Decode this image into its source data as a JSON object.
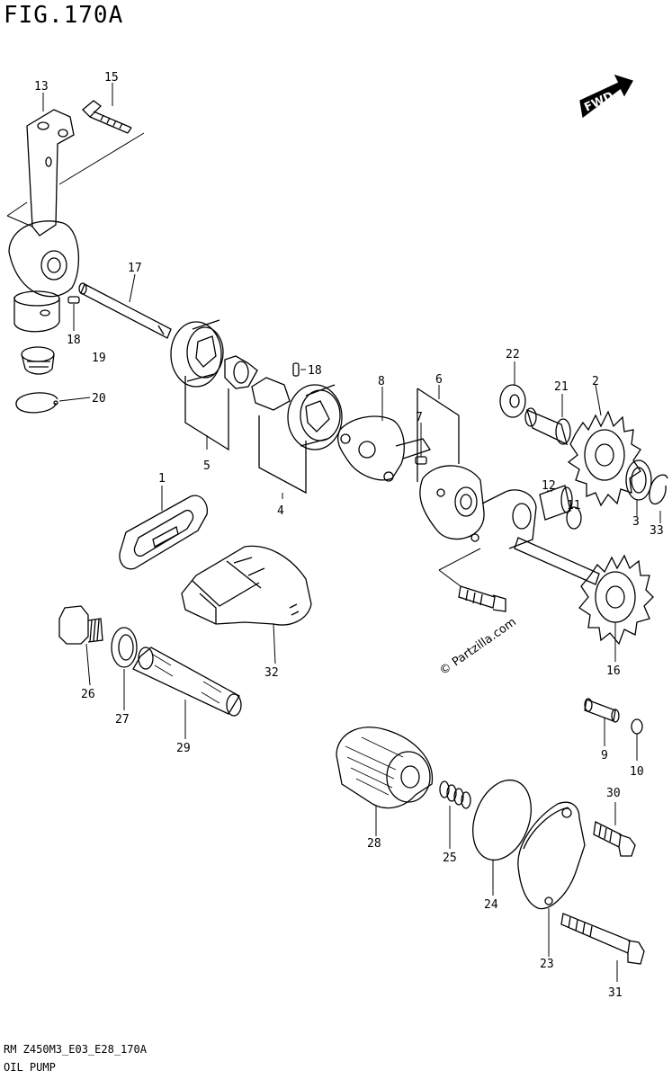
{
  "figure": {
    "title": "FIG.170A",
    "footer_code": "RM Z450M3_E03_E28_170A",
    "footer_name": "OIL PUMP",
    "watermark": "© Partzilla.com",
    "direction_badge": "FWD"
  },
  "callouts": [
    {
      "id": "1",
      "label": "1"
    },
    {
      "id": "2",
      "label": "2"
    },
    {
      "id": "3",
      "label": "3"
    },
    {
      "id": "4",
      "label": "4"
    },
    {
      "id": "5",
      "label": "5"
    },
    {
      "id": "6",
      "label": "6"
    },
    {
      "id": "7",
      "label": "7"
    },
    {
      "id": "8",
      "label": "8"
    },
    {
      "id": "9",
      "label": "9"
    },
    {
      "id": "10",
      "label": "10"
    },
    {
      "id": "11",
      "label": "11"
    },
    {
      "id": "12",
      "label": "12"
    },
    {
      "id": "13",
      "label": "13"
    },
    {
      "id": "15",
      "label": "15"
    },
    {
      "id": "16",
      "label": "16"
    },
    {
      "id": "17",
      "label": "17"
    },
    {
      "id": "18a",
      "label": "18"
    },
    {
      "id": "18b",
      "label": "18"
    },
    {
      "id": "19",
      "label": "19"
    },
    {
      "id": "20",
      "label": "20"
    },
    {
      "id": "21",
      "label": "21"
    },
    {
      "id": "22",
      "label": "22"
    },
    {
      "id": "23",
      "label": "23"
    },
    {
      "id": "24",
      "label": "24"
    },
    {
      "id": "25",
      "label": "25"
    },
    {
      "id": "26",
      "label": "26"
    },
    {
      "id": "27",
      "label": "27"
    },
    {
      "id": "28",
      "label": "28"
    },
    {
      "id": "29",
      "label": "29"
    },
    {
      "id": "30",
      "label": "30"
    },
    {
      "id": "31",
      "label": "31"
    },
    {
      "id": "32",
      "label": "32"
    },
    {
      "id": "33",
      "label": "33"
    }
  ]
}
